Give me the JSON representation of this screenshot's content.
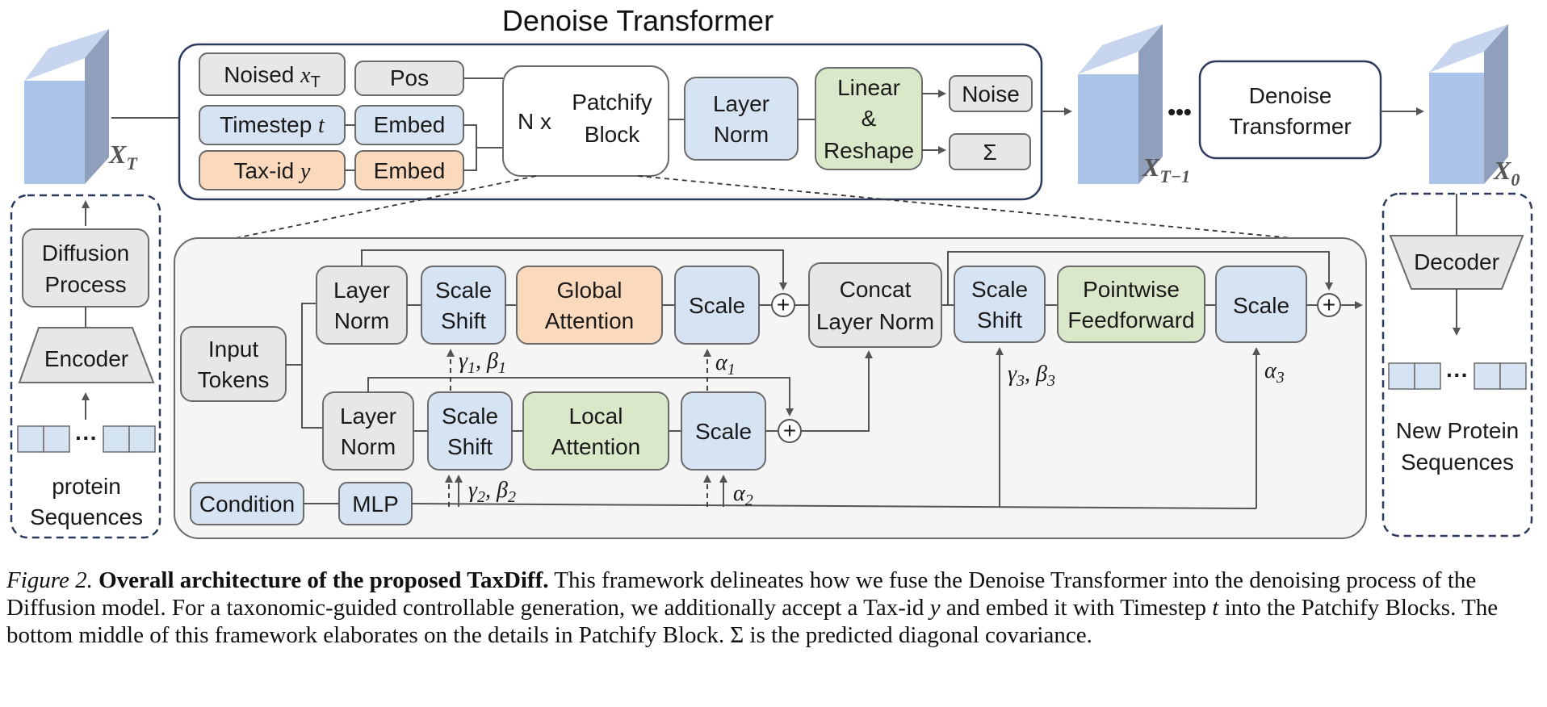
{
  "title": "Denoise Transformer",
  "latents": {
    "x_T": "X",
    "x_T_sub": "T",
    "x_T1": "X",
    "x_T1_sub": "T−1",
    "x_0": "X",
    "x_0_sub": "0",
    "ellipsis": "•••"
  },
  "inputs": {
    "noised": "Noised",
    "noised_var": "x",
    "noised_sub": "T",
    "pos": "Pos",
    "timestep": "Timestep",
    "timestep_var": "t",
    "embed1": "Embed",
    "taxid": "Tax-id",
    "taxid_var": "y",
    "embed2": "Embed"
  },
  "patchify": {
    "nx": "N x",
    "line1": "Patchify",
    "line2": "Block"
  },
  "layer_norm_top": {
    "line1": "Layer",
    "line2": "Norm"
  },
  "linear": {
    "line1": "Linear",
    "line2": "&",
    "line3": "Reshape"
  },
  "outputs": {
    "noise": "Noise",
    "sigma": "Σ"
  },
  "denoise_small": {
    "line1": "Denoise",
    "line2": "Transformer"
  },
  "left_panel": {
    "diffusion_line1": "Diffusion",
    "diffusion_line2": "Process",
    "encoder": "Encoder",
    "ellipsis": "···",
    "label_line1": "protein",
    "label_line2": "Sequences"
  },
  "right_panel": {
    "decoder": "Decoder",
    "ellipsis": "···",
    "label_line1": "New Protein",
    "label_line2": "Sequences"
  },
  "block": {
    "input_line1": "Input",
    "input_line2": "Tokens",
    "ln_line1": "Layer",
    "ln_line2": "Norm",
    "scale_shift_line1": "Scale",
    "scale_shift_line2": "Shift",
    "global_line1": "Global",
    "global_line2": "Attention",
    "local_line1": "Local",
    "local_line2": "Attention",
    "scale": "Scale",
    "concat_line1": "Concat",
    "concat_line2": "Layer Norm",
    "pointwise_line1": "Pointwise",
    "pointwise_line2": "Feedforward",
    "condition": "Condition",
    "mlp": "MLP",
    "plus": "+",
    "gamma1": "γ",
    "beta": "β",
    "alpha": "α",
    "sub1": "1",
    "sub2": "2",
    "sub3": "3",
    "comma": ", "
  },
  "caption": {
    "fig_label": "Figure 2.",
    "bold": "Overall architecture of the proposed TaxDiff.",
    "line1_rest": "This framework delineates how we fuse the Denoise Transformer into the",
    "line2": "denoising process of the Diffusion model. For a taxonomic-guided controllable generation, we additionally accept a Tax-id",
    "line2_var": "y",
    "line2_end": "and embed",
    "line3_start": "it with Timestep",
    "line3_var": "t",
    "line3_rest": "into the Patchify Blocks. The bottom middle of this framework elaborates on the details in Patchify Block. Σ is the",
    "line4": "predicted diagonal covariance."
  }
}
